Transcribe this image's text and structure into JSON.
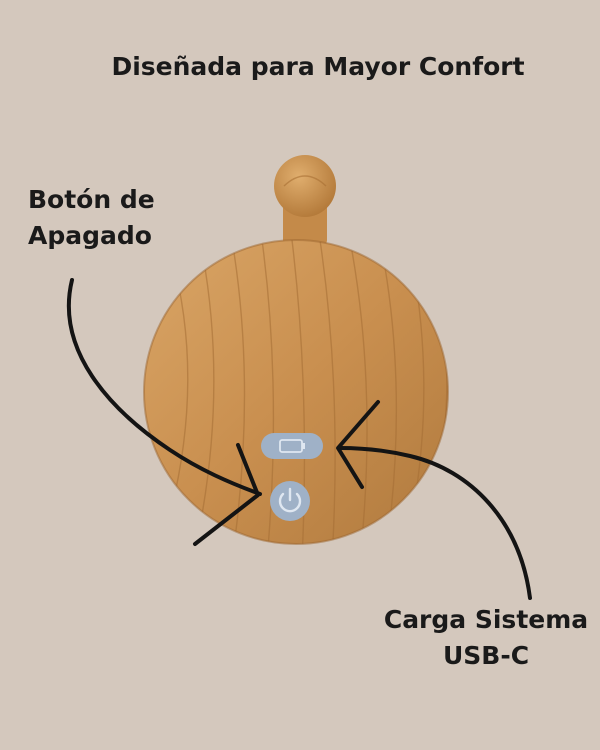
{
  "title": "Diseñada para Mayor Confort",
  "callouts": {
    "power": {
      "line1": "Botón de",
      "line2": "Apagado"
    },
    "usb": {
      "line1": "Carga Sistema",
      "line2": "USB-C"
    }
  },
  "colors": {
    "background": "#d4c8bd",
    "wood": "#c98f4f",
    "button": "#9fb1c7",
    "text": "#1a1a1a"
  },
  "icons": [
    "battery-icon",
    "power-icon"
  ]
}
